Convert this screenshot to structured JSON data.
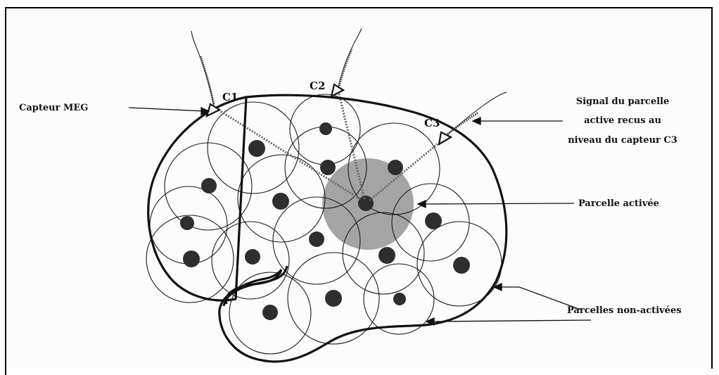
{
  "sensors": [
    {
      "id": "C1",
      "label": "C1"
    },
    {
      "id": "C2",
      "label": "C2"
    },
    {
      "id": "C3",
      "label": "C3"
    }
  ],
  "labels": {
    "capteur": "Capteur MEG",
    "signal_line1": "Signal du parcelle",
    "signal_line2": "active recus au",
    "signal_line3": "niveau du capteur C3",
    "active": "Parcelle activée",
    "nonactive": "Parcelles non-activées"
  },
  "colors": {
    "outline": "#111111",
    "active_parcel": "#a4a4a4",
    "dipole": "#2e2e2e"
  }
}
